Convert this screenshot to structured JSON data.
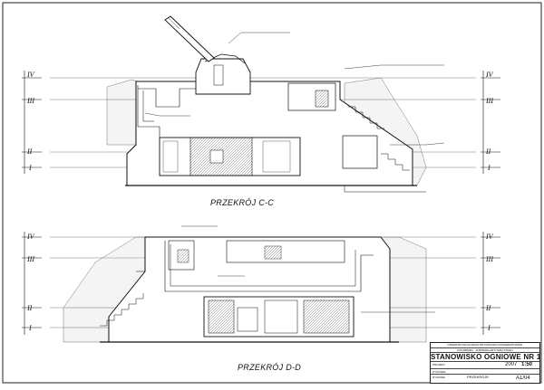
{
  "drawing": {
    "section_cc": "PRZEKRÓJ C-C",
    "section_dd": "PRZEKRÓJ D-D",
    "levels": [
      "IV",
      "III",
      "II",
      "I"
    ]
  },
  "title_block": {
    "organization": "INWENTARYZACJA ARCHITEKTONICZNO-KONSERWATORSKA",
    "object": "KOŁOBRZEG - 18 BATERIA ARTYLERII STAŁEJ",
    "sheet_title": "STANOWISKO OGNIOWE NR 1",
    "row_labels": [
      "PROJEKT",
      "RYSOWAŁ",
      "RYSUNEK"
    ],
    "drawing_name": "PRZEKROJE",
    "year": "2007",
    "scale": "1:50",
    "sheet_number": "A1/04"
  },
  "colors": {
    "line": "#111111",
    "ground": "#9a9a9a"
  }
}
